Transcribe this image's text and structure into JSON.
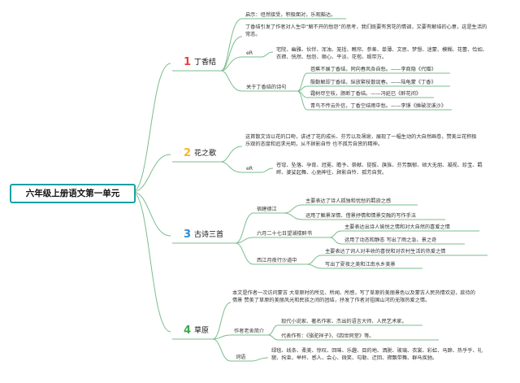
{
  "root": {
    "title": "六年级上册语文第一单元"
  },
  "branches": [
    {
      "num": "1",
      "title": "丁香结"
    },
    {
      "num": "2",
      "title": "花之歌"
    },
    {
      "num": "3",
      "title": "古诗三首"
    },
    {
      "num": "4",
      "title": "草原"
    }
  ],
  "b1": {
    "hint": "启示：坦然接受，积极面对，乐观豁达。",
    "theme": "丁香结引发了作者对人生中“解不开的愁怨”的思考，我们既要有赏花的情调，又要有解结的心意，这是生活的常态。",
    "words_label": "eR",
    "words": "宅院、幽雅、伙伴、浑浊、笼括、瞧帘、参差、单薄、文思、梦想、迷蒙、模糊、花蕾、恰如、衣襟、恍然、愁怨、顺心、平淡、花苞、缎带万。",
    "poems_label": "关于丁香结的诗句",
    "poems": [
      "芭蕉不展丁香结，同向春风各自愁。——李商隐《代赠》",
      "殷勤解却丁香结，纵放繁枝散诞春。——陆龟蒙《丁香》",
      "霜树尽空枝，肠断丁香结。——冯延巳《醉花间》",
      "青鸟不传云外信，丁香空结雨中愁。——李璟《摊破浣溪沙》"
    ]
  },
  "b2": {
    "theme": "这首散文诗以花的口吻，讲述了花的成长、芬芳以及凋谢，展现了一幅生动的大自然画卷，赞美兰花积极乐观的态度和追求光明，从不顾影自怜 也不孤芳自赏的精神。",
    "words_label": "eR",
    "words": "苍穹、坠落、孕育、冠冕、瞻予、祭献、挺拔、旗旌、芬芳飘郁、硕大无朋、凝视、珍宝、羁畔、婆娑起舞、心驰神往、顾影自怜、孤芳自赏。"
  },
  "b3": {
    "poems": [
      {
        "title": "宿建德江",
        "notes": [
          "主要表达了诗人孤独和忧愁的羁旅之感",
          "运用了触景深情、借景抒情和情景交融的写作手法"
        ]
      },
      {
        "title": "六月二十七日望湖楼醉书",
        "notes": [
          "主要表达出诗人愉悦之情和对大自然的喜爱之情",
          "运用了动态和静态 写出了雨之急、景之奇"
        ]
      },
      {
        "title": "西江月夜行沙道中",
        "notes": [
          "主要表达了词人对丰收的喜悦和对农村生活的热爱之情",
          "写出了夏夜之美和江南水乡美景"
        ]
      }
    ]
  },
  "b4": {
    "theme": "本文是作者一次访问蒙古 大草原时的所见、所闻、所感，写了草原的美丽景色以及蒙古人民热情欢迎，款待的情景 赞美了草原的美丽风光和民族之间的团结，抒发了作者对祖国山河的无限热爱之情。",
    "author_label": "作者老舍简介",
    "author_notes": [
      "现代小说家、著名作家、杰出的语言大师、人民艺术家。",
      "代表作有：《骆驼祥子》、《四世同堂》等。"
    ],
    "words_label": "词语",
    "words": "绿毯、线条、柔美、惊叹、回味、乐趣、目的地、洒脱、玻璃、衣裳、彩虹、马蹄、热乎乎、礼貌、拘束、举杯、感人、会心、微笑、勾勒、迂回、襟飘带舞、群马疾驰。"
  },
  "colors": {
    "root_border": "#1aa0a6",
    "link": "#7bbd8e",
    "num1": "#e8413e",
    "num2": "#f5b920",
    "num3": "#2c8ad3",
    "num4": "#3ea84b"
  }
}
